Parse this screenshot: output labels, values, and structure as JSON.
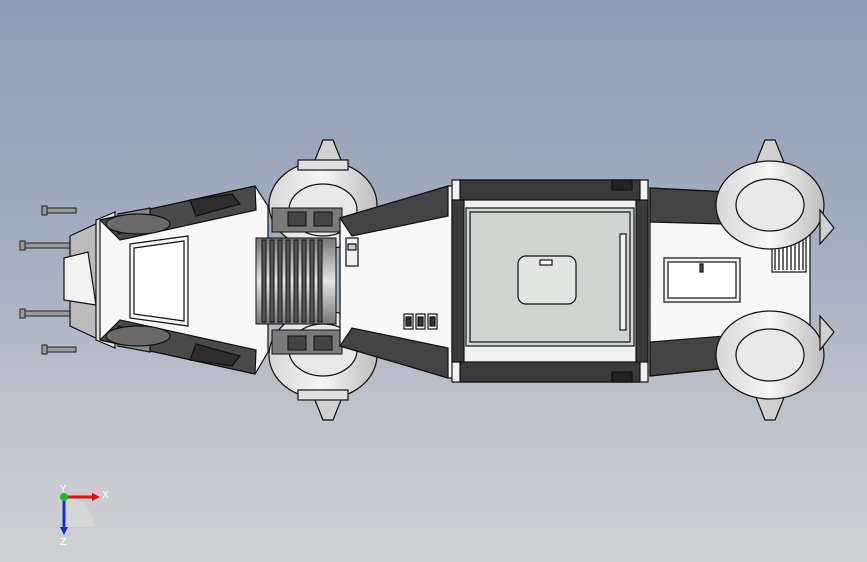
{
  "viewport": {
    "background_top": "#8e9db6",
    "background_bottom": "#cfd0d3",
    "model_outline": "#111111",
    "model_fill_light": "#f7f7f7",
    "model_fill_dark": "#3a3a3a",
    "panel_fill": "#d4d8d4"
  },
  "triad": {
    "x_label": "X",
    "y_label": "Y",
    "z_label": "Z",
    "x_color": "#e01010",
    "y_color": "#10c020",
    "z_color": "#1030e0"
  }
}
